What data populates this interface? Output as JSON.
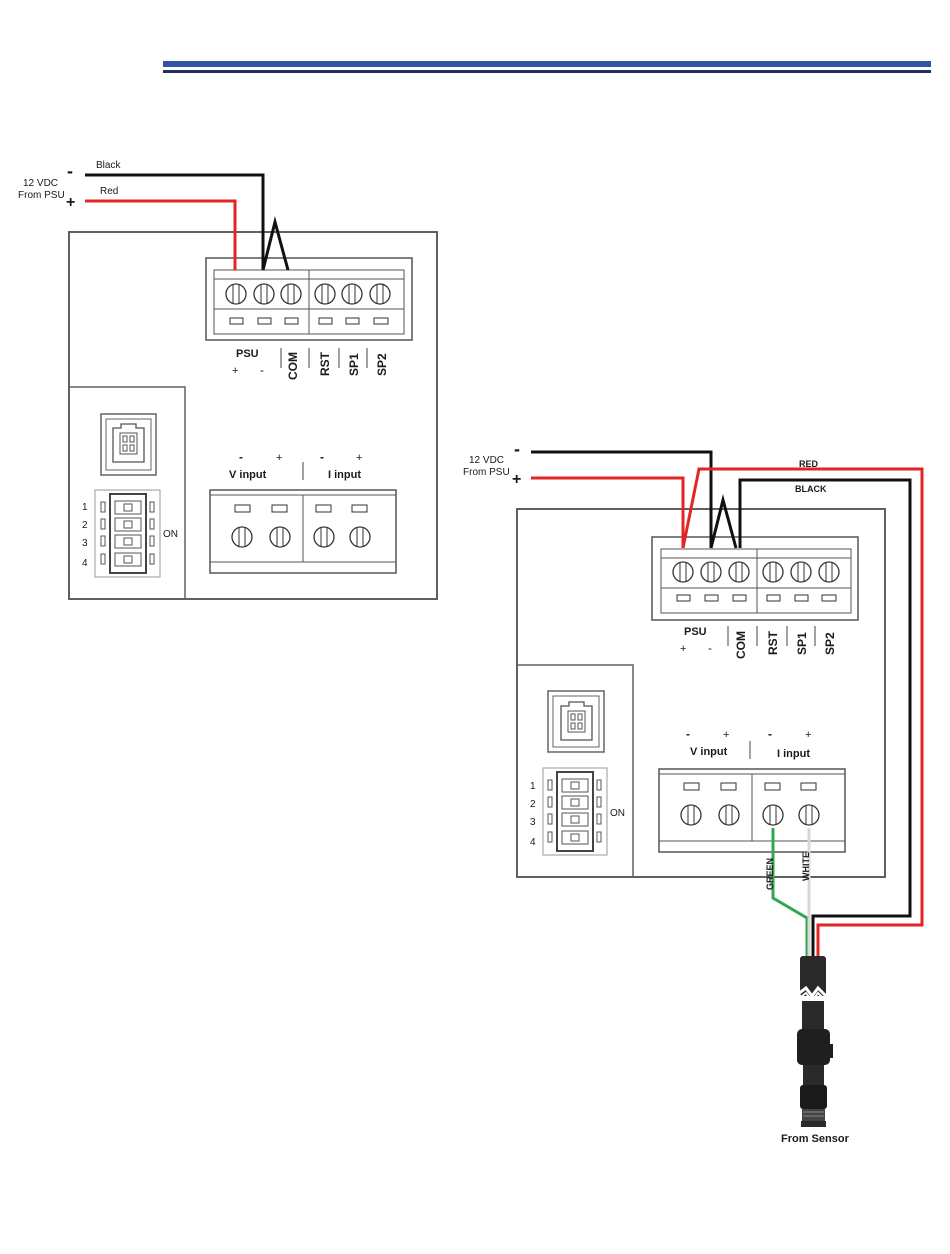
{
  "colors": {
    "header_bar": "#2f55a4",
    "header_line": "#1f2f5e",
    "panel_stroke": "#606060",
    "wire_red": "#e32526",
    "wire_black": "#111111",
    "wire_green": "#2fa84f",
    "wire_white": "#d8d8d8"
  },
  "diagram_a": {
    "supply_neg": "-",
    "supply_pos": "+",
    "supply_l1": "12 VDC",
    "supply_l2": "From PSU",
    "wire_black": "Black",
    "wire_red": "Red",
    "psu": "PSU",
    "psu_plus": "+",
    "psu_minus": "-",
    "com": "COM",
    "rst": "RST",
    "sp1": "SP1",
    "sp2": "SP2",
    "v_minus": "-",
    "v_plus": "+",
    "v_label": "V input",
    "i_minus": "-",
    "i_plus": "+",
    "i_label": "I input",
    "dip_1": "1",
    "dip_2": "2",
    "dip_3": "3",
    "dip_4": "4",
    "dip_on": "ON"
  },
  "diagram_b": {
    "supply_neg": "-",
    "supply_pos": "+",
    "supply_l1": "12 VDC",
    "supply_l2": "From PSU",
    "wire_red": "RED",
    "wire_black": "BLACK",
    "psu": "PSU",
    "psu_plus": "+",
    "psu_minus": "-",
    "com": "COM",
    "rst": "RST",
    "sp1": "SP1",
    "sp2": "SP2",
    "v_minus": "-",
    "v_plus": "+",
    "v_label": "V input",
    "i_minus": "-",
    "i_plus": "+",
    "i_label": "I input",
    "dip_1": "1",
    "dip_2": "2",
    "dip_3": "3",
    "dip_4": "4",
    "dip_on": "ON",
    "wire_green": "GREEN",
    "wire_white": "WHITE",
    "sensor": "From Sensor"
  }
}
